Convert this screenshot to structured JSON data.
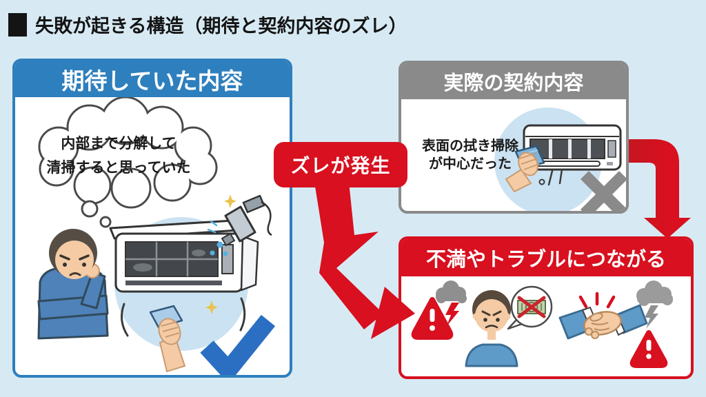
{
  "title": {
    "bullet": "black-square",
    "text": "失敗が起きる構造（期待と契約内容のズレ）"
  },
  "colors": {
    "background": "#d7eaf4",
    "panel_blue": "#2e7fbd",
    "panel_gray": "#8a8a8a",
    "accent_red": "#d8101f",
    "check_blue": "#2b6fc2",
    "circle_light_blue": "#cbe2f2"
  },
  "expected_panel": {
    "header": "期待していた内容",
    "thought_line1": "内部まで分解して",
    "thought_line2": "清掃すると思っていた"
  },
  "gap_badge": {
    "label": "ズレが発生"
  },
  "actual_panel": {
    "header": "実際の契約内容",
    "body_line1": "表面の拭き掃除",
    "body_line2": "が中心だった"
  },
  "result_panel": {
    "header": "不満やトラブルにつながる"
  },
  "icons": {
    "title-bullet": "black-square",
    "expected_panel": [
      "thought-bubble",
      "thinking-man",
      "air-conditioner-open-deep-clean",
      "spray-gun",
      "wiping-hand",
      "sparkle",
      "check-mark"
    ],
    "actual_panel": [
      "air-conditioner-surface-wipe",
      "wiping-hand",
      "cross-mark"
    ],
    "connectors": [
      "zigzag-arrow-down-right",
      "elbow-arrow-right-down"
    ],
    "result_panel": [
      "warning-triangle",
      "storm-cloud",
      "red-lightning",
      "angry-man",
      "no-money-speech-bubble",
      "clash-sparks",
      "handshake",
      "gray-lightning",
      "warning-triangle"
    ]
  }
}
